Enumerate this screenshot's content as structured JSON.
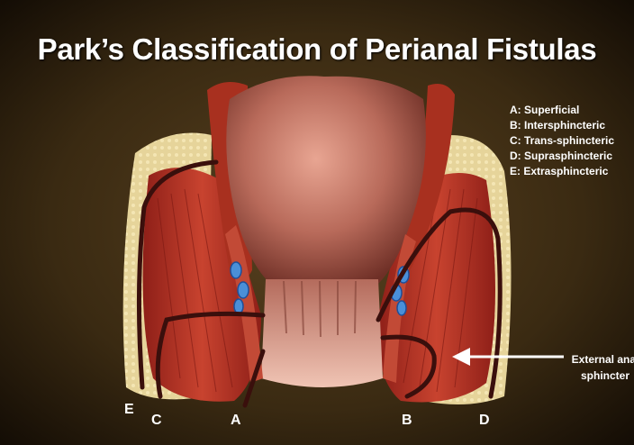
{
  "title": "Park’s Classification of Perianal Fistulas",
  "legend": [
    "A: Superficial",
    "B: Intersphincteric",
    "C: Trans-sphincteric",
    "D: Suprasphincteric",
    "E: Extrasphincteric"
  ],
  "fistula_labels": {
    "a": "A",
    "b": "B",
    "c": "C",
    "d": "D",
    "e": "E"
  },
  "callout": {
    "line1": "External anal",
    "line2": "sphincter"
  },
  "colors": {
    "background": "#2b1d0e",
    "muscle": "#b8352a",
    "mucosa": "#c27a6a",
    "fat": "#e6d49a",
    "fistula_tract": "#3a0f0c",
    "veins": "#4a8fd8",
    "text": "#ffffff"
  }
}
